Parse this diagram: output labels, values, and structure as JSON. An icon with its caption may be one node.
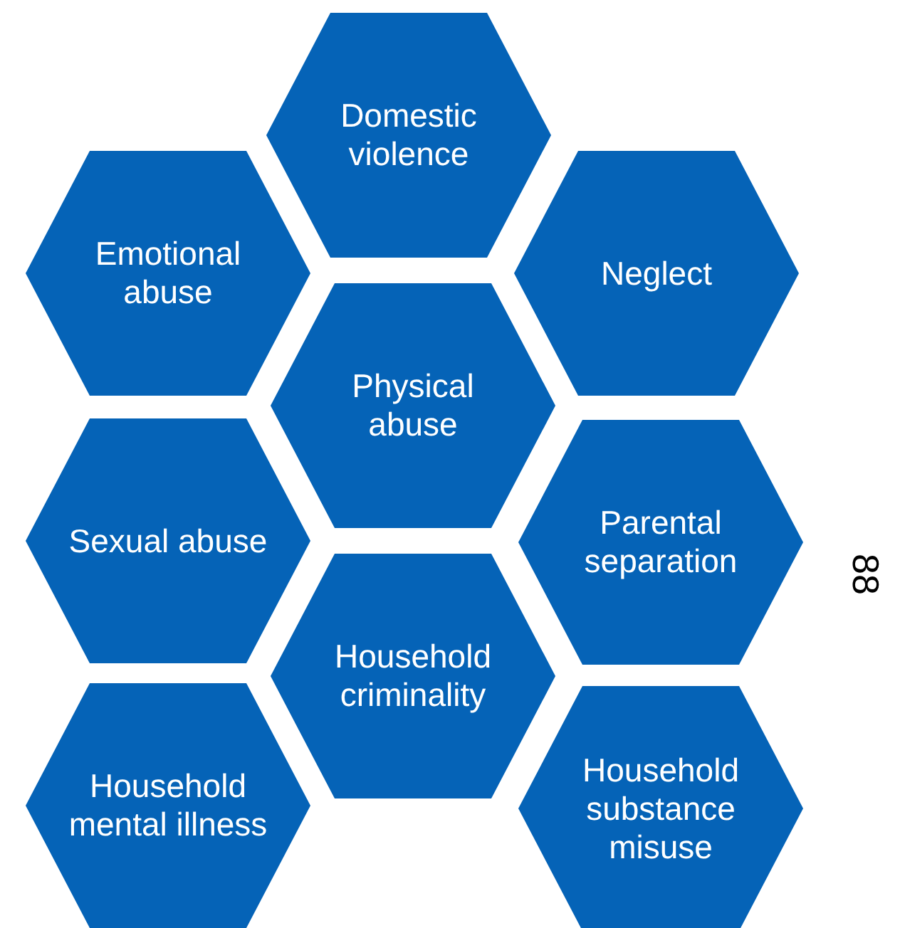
{
  "diagram": {
    "nodes": [
      {
        "text": [
          "Domestic violence"
        ]
      },
      {
        "text": [
          "Emotional abuse"
        ]
      },
      {
        "text": [
          "Neglect"
        ]
      },
      {
        "text": [
          "Physical abuse"
        ]
      },
      {
        "text": [
          "Sexual abuse"
        ]
      },
      {
        "text": [
          "Parental separation"
        ]
      },
      {
        "text": [
          "Household criminality"
        ]
      },
      {
        "text": [
          "Household mental illness"
        ]
      },
      {
        "text": [
          "Household substance misuse"
        ]
      }
    ],
    "edges": [],
    "labels": [
      "88"
    ]
  }
}
